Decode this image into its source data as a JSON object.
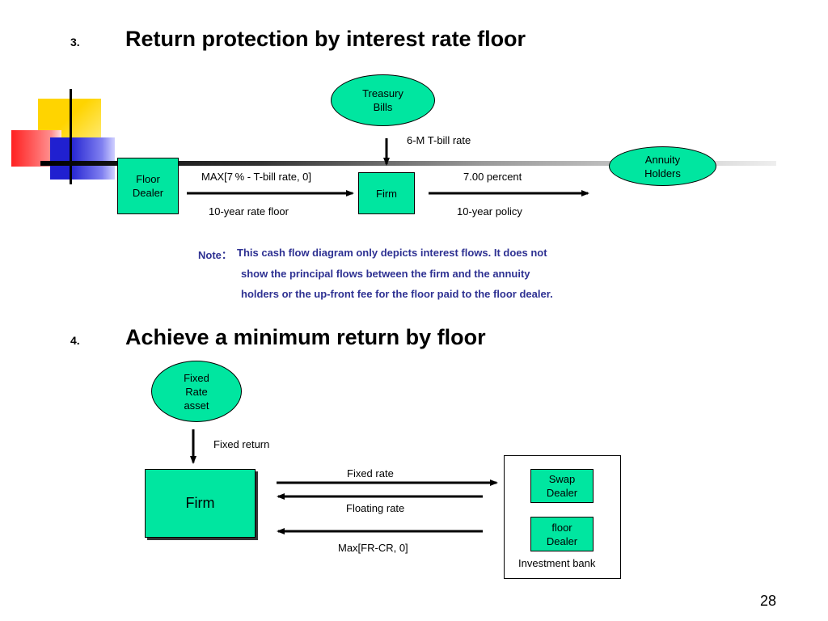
{
  "section3": {
    "number": "3.",
    "title": "Return protection by interest rate floor",
    "treasury": "Treasury\nBills",
    "tbill_rate": "6-M T-bill rate",
    "annuity": "Annuity\nHolders",
    "floor_dealer": "Floor\nDealer",
    "max_label": "MAX[7 % - T-bill rate, 0]",
    "firm": "Firm",
    "percent": "7.00 percent",
    "rate_floor": "10-year rate floor",
    "policy": "10-year policy",
    "note_label": "Note：",
    "note_line1": "This cash flow diagram only depicts  interest flows. It does not",
    "note_line2": "show the principal flows between  the firm and the annuity",
    "note_line3": "holders or the up-front fee for the floor paid to the floor dealer."
  },
  "section4": {
    "number": "4.",
    "title": "Achieve a minimum return by floor",
    "fixed_asset": "Fixed\nRate\nasset",
    "fixed_return": "Fixed return",
    "firm": "Firm",
    "fixed_rate": "Fixed rate",
    "floating_rate": "Floating rate",
    "max_fr": "Max[FR-CR, 0]",
    "swap_dealer": "Swap\nDealer",
    "floor_dealer": "floor\nDealer",
    "investment_bank": "Investment bank"
  },
  "page_number": "28",
  "colors": {
    "box_fill": "#00e6a0",
    "note_text": "#2e3192"
  }
}
